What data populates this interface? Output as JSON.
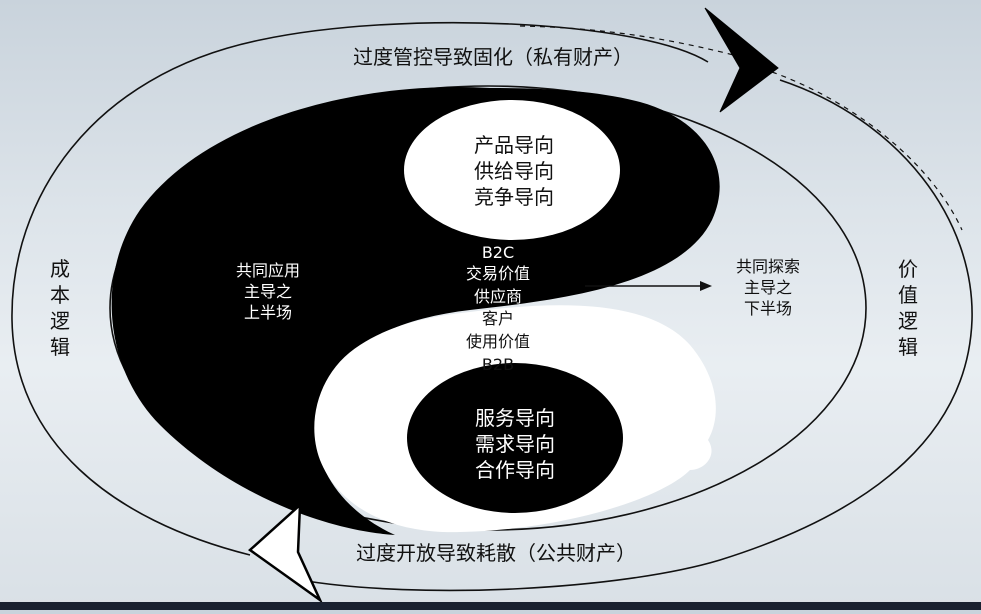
{
  "top_arc_label": "过度管控导致固化（私有财产）",
  "bottom_arc_label": "过度开放导致耗散（公共财产）",
  "left_side_label": [
    "成",
    "本",
    "逻",
    "辑"
  ],
  "right_side_label": [
    "价",
    "值",
    "逻",
    "辑"
  ],
  "upper_white_circle": [
    "产品导向",
    "供给导向",
    "竞争导向"
  ],
  "lower_black_circle": [
    "服务导向",
    "需求导向",
    "合作导向"
  ],
  "left_black_text": [
    "共同应用",
    "主导之",
    "上半场"
  ],
  "right_outer_text": [
    "共同探索",
    "主导之",
    "下半场"
  ],
  "center_upper_text": [
    "B2C",
    "交易价值",
    "供应商"
  ],
  "center_lower_text": [
    "客户",
    "使用价值",
    "B2B"
  ]
}
